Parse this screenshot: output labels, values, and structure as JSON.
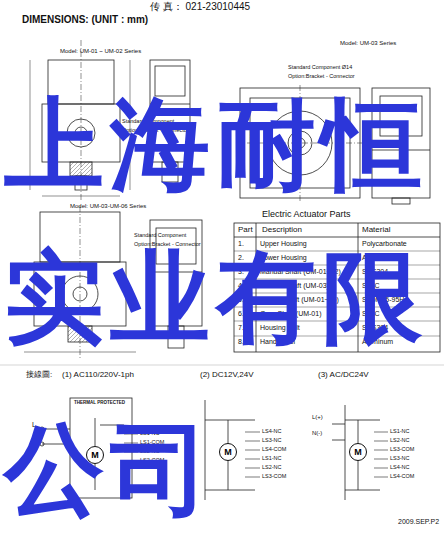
{
  "diagram": {
    "title": "DIMENSIONS: (UNIT : mm)",
    "caption": "2009.SEP.P2",
    "nodes": [
      {
        "text": [
          "M"
        ]
      },
      {
        "text": [
          "M"
        ]
      },
      {
        "text": [
          "M"
        ]
      }
    ],
    "labels": [
      "传 真： 021-23010445",
      "Model: UM-01 ~ UM-02 Series",
      "Model: UM-03 Series",
      "Standard Component Ø14",
      "Option:Bracket - Connector",
      "Standard Component",
      "Option:Bracket - Connector",
      "Model: UM-03-UM-06 Series",
      "Standard Component",
      "Option:Bracket - Connector",
      "Electric Actuator Parts",
      "Part",
      "Description",
      "Material",
      "1.",
      "Upper Housing",
      "Polycarbonate",
      "2.",
      "Lower Housing",
      "Aluminum",
      "3.",
      "Manual Shaft (UM-01~02)",
      "SUS304",
      "4.",
      "Manual Shaft (UM-03)",
      "S45C",
      "5.",
      "Output Shaft (UM-01~06)",
      "SCM435-95H",
      "6.",
      "Gear Shaft (UM-01)",
      "S45C",
      "7.",
      "Housing Bolt",
      "SUS304",
      "8.",
      "Handwheel",
      "Aluminum",
      "接線圖:",
      "(1) AC110/220V-1ph",
      "(2) DC12V,24V",
      "(3) AC/DC24V",
      "THERMAL PROTECTED",
      "L",
      "N",
      "LS1-NC",
      "LS1-COM",
      "LS2-NC",
      "LS2-COM",
      "LS4-NC",
      "LS3-NC",
      "LS4-COM",
      "LS1-NC",
      "LS2-NC",
      "LS3-COM",
      "L(+)",
      "N(-)",
      "LS1-NC",
      "LS2-NC",
      "LS3-COM",
      "LS3-NC",
      "LS4-NC",
      "LS4-COM",
      "上海耐恒",
      "实业有限",
      "公司"
    ]
  }
}
